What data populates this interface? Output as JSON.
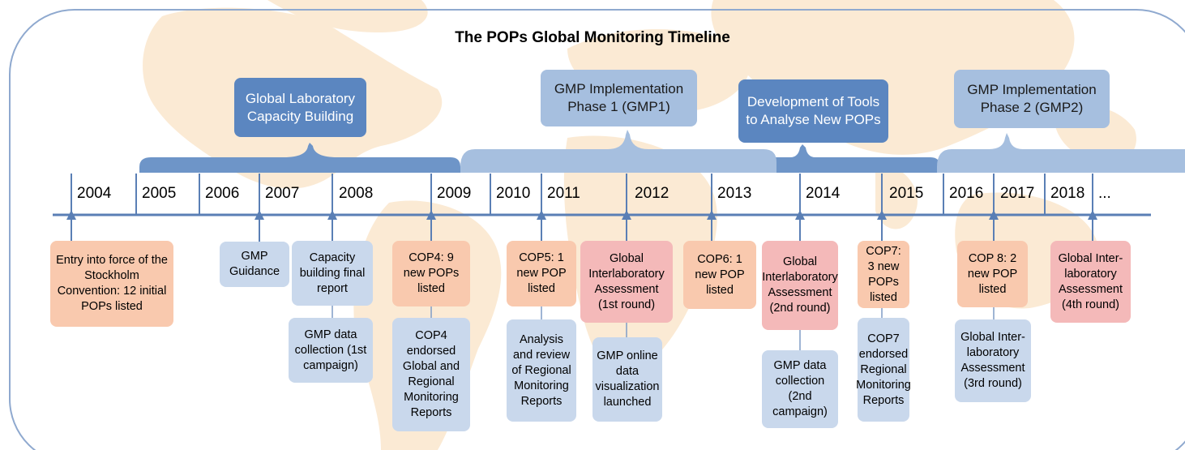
{
  "title": "The POPs Global Monitoring Timeline",
  "phases": [
    {
      "id": "glcb",
      "label": "Global Laboratory Capacity Building",
      "style": "dark"
    },
    {
      "id": "gmp1",
      "label": "GMP Implementation Phase 1 (GMP1)",
      "style": "light"
    },
    {
      "id": "tools",
      "label": "Development of Tools to Analyse New POPs",
      "style": "dark"
    },
    {
      "id": "gmp2",
      "label": "GMP Implementation Phase 2 (GMP2)",
      "style": "light"
    }
  ],
  "years": [
    "2004",
    "2005",
    "2006",
    "2007",
    "2008",
    "2009",
    "2010",
    "2011",
    "2012",
    "2013",
    "2014",
    "2015",
    "2016",
    "2017",
    "2018",
    "..."
  ],
  "events": [
    {
      "id": "entry",
      "label": "Entry into force of the Stockholm Convention: 12 initial POPs listed",
      "color": "orange"
    },
    {
      "id": "gmp-guidance",
      "label": "GMP Guidance",
      "color": "blue"
    },
    {
      "id": "capacity-report",
      "label": "Capacity building final report",
      "color": "blue"
    },
    {
      "id": "gmp-data-1",
      "label": "GMP data collection (1st campaign)",
      "color": "blue"
    },
    {
      "id": "cop4",
      "label": "COP4: 9 new POPs listed",
      "color": "orange"
    },
    {
      "id": "cop4-endorsed",
      "label": "COP4 endorsed Global and Regional Monitoring Reports",
      "color": "blue"
    },
    {
      "id": "cop5",
      "label": "COP5: 1 new POP listed",
      "color": "orange"
    },
    {
      "id": "analysis-review",
      "label": "Analysis and review of Regional Monitoring Reports",
      "color": "blue"
    },
    {
      "id": "gia-1",
      "label": "Global Interlaboratory Assessment (1st round)",
      "color": "pink"
    },
    {
      "id": "gmp-online",
      "label": "GMP online data visualization launched",
      "color": "blue"
    },
    {
      "id": "cop6",
      "label": "COP6: 1 new POP listed",
      "color": "orange"
    },
    {
      "id": "gia-2",
      "label": "Global Interlaboratory Assessment (2nd round)",
      "color": "pink"
    },
    {
      "id": "gmp-data-2",
      "label": "GMP data collection (2nd campaign)",
      "color": "blue"
    },
    {
      "id": "cop7",
      "label": "COP7: 3 new POPs listed",
      "color": "orange"
    },
    {
      "id": "cop7-endorsed",
      "label": "COP7 endorsed Regional Monitoring Reports",
      "color": "blue"
    },
    {
      "id": "cop8",
      "label": "COP 8: 2 new POP listed",
      "color": "orange"
    },
    {
      "id": "gia-3",
      "label": "Global Inter-laboratory Assessment (3rd round)",
      "color": "blue"
    },
    {
      "id": "gia-4",
      "label": "Global Inter-laboratory Assessment (4th round)",
      "color": "pink"
    }
  ],
  "colors": {
    "timeline": "#5a7fb5",
    "dark_phase": "#5b86c0",
    "light_phase": "#a6bfdf",
    "orange": "#f9c9ae",
    "pink": "#f4b9b9",
    "blue": "#c9d8ec",
    "frame": "#8fa9cf"
  }
}
